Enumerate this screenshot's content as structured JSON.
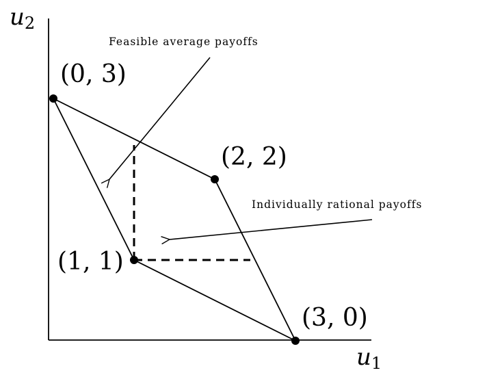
{
  "axes": {
    "x_label": "u",
    "x_sub": "1",
    "y_label": "u",
    "y_sub": "2"
  },
  "points": [
    {
      "id": "p03",
      "label": "(0, 3)",
      "u1": 0,
      "u2": 3
    },
    {
      "id": "p22",
      "label": "(2, 2)",
      "u1": 2,
      "u2": 2
    },
    {
      "id": "p11",
      "label": "(1, 1)",
      "u1": 1,
      "u2": 1
    },
    {
      "id": "p30",
      "label": "(3, 0)",
      "u1": 3,
      "u2": 0
    }
  ],
  "annotations": {
    "feasible": "Feasible average payoffs",
    "rational": "Individually rational payoffs"
  }
}
